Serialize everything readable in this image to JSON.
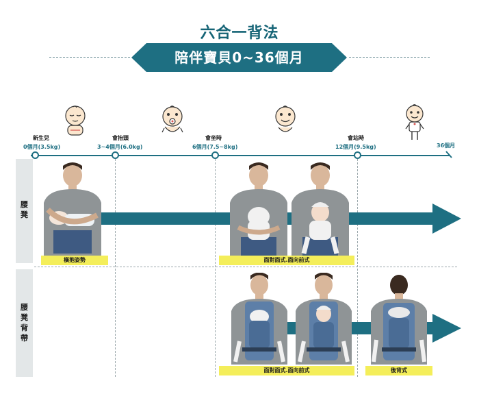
{
  "header": {
    "title": "六合一背法",
    "subtitle": "陪伴寶貝0~36個月"
  },
  "timeline": {
    "stages": [
      {
        "label": "新生兒",
        "age": "0個月(3.5kg)"
      },
      {
        "label": "會抬頭",
        "age": "3~4個月(6.0kg)"
      },
      {
        "label": "會坐時",
        "age": "6個月(7.5~8kg)"
      },
      {
        "label": "會站時",
        "age": "12個月(9.5kg)"
      }
    ],
    "end_label": "36個月"
  },
  "rows": [
    {
      "label_chars": [
        "腰",
        "凳"
      ],
      "tags": [
        "橫抱姿勢",
        "面對面式.面向前式"
      ]
    },
    {
      "label_chars": [
        "腰",
        "凳",
        "背",
        "帶"
      ],
      "tags": [
        "面對面式.面向前式",
        "後背式"
      ]
    }
  ],
  "colors": {
    "teal": "#1e6f82",
    "teal_dark": "#156476",
    "tag_yellow": "#f4ee5a",
    "band_gray": "#e3e7e8"
  },
  "icons": [
    "baby-sleeping-icon",
    "baby-pacifier-icon",
    "baby-smiling-icon",
    "toddler-standing-icon"
  ]
}
